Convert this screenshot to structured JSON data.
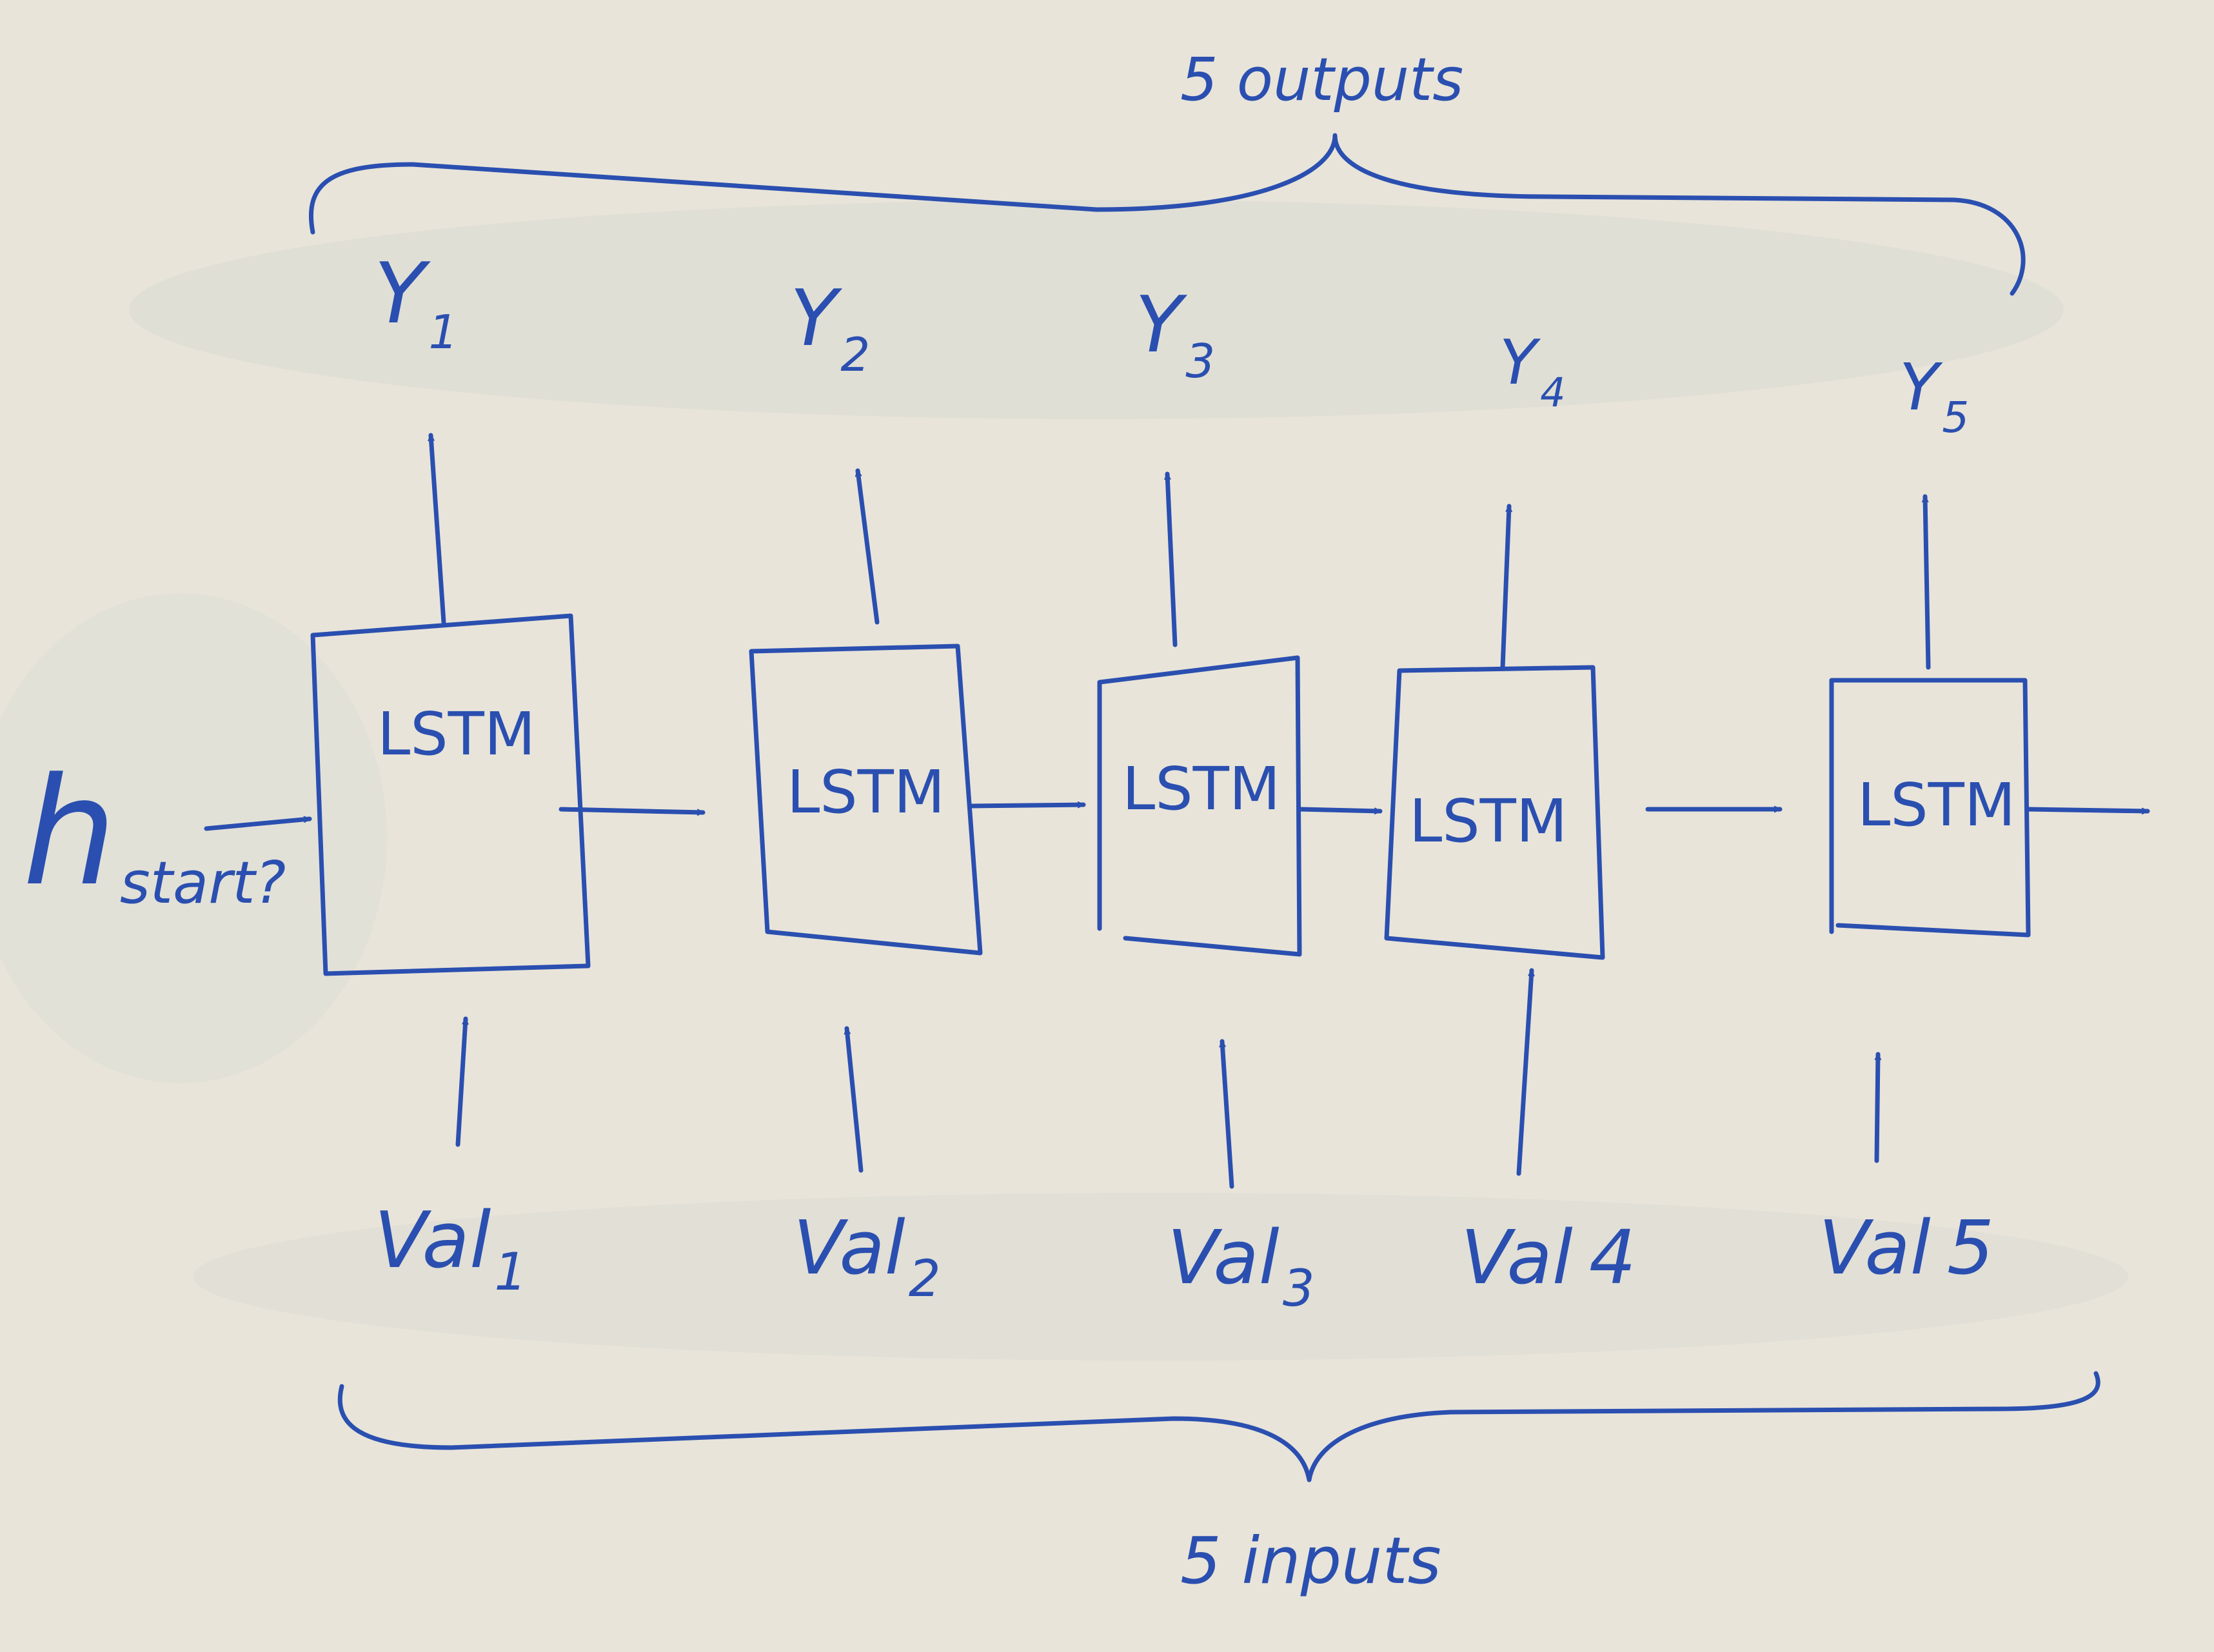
{
  "title_outputs": "5 outputs",
  "title_inputs": "5 inputs",
  "initial_state": {
    "main": "h",
    "sub": "start?"
  },
  "cells": [
    {
      "label": "LSTM",
      "output": {
        "main": "Y",
        "sub": "1"
      },
      "input": {
        "main": "Val",
        "sub": "1"
      }
    },
    {
      "label": "LSTM",
      "output": {
        "main": "Y",
        "sub": "2"
      },
      "input": {
        "main": "Val",
        "sub": "2"
      }
    },
    {
      "label": "LSTM",
      "output": {
        "main": "Y",
        "sub": "3"
      },
      "input": {
        "main": "Val",
        "sub": "3"
      }
    },
    {
      "label": "LSTM",
      "output": {
        "main": "Y",
        "sub": "4"
      },
      "input": {
        "main": "Val",
        "sub": "4"
      }
    },
    {
      "label": "LSTM",
      "output": {
        "main": "Y",
        "sub": "5"
      },
      "input": {
        "main": "Val",
        "sub": "5"
      }
    }
  ],
  "colors": {
    "ink": "#2a4fb0",
    "board": "#e7e3d8"
  }
}
